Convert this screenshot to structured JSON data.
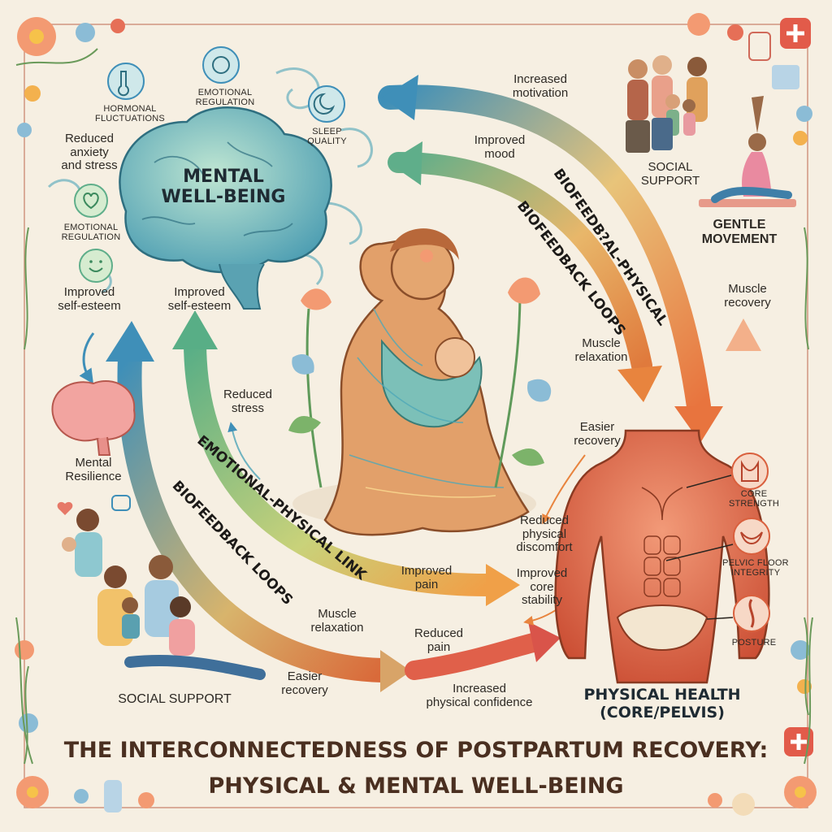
{
  "title": {
    "line1": "THE INTERCONNECTEDNESS OF POSTPARTUM RECOVERY:",
    "line2": "PHYSICAL & MENTAL WELL-BEING"
  },
  "hubs": {
    "mental": "MENTAL\nWELL-BEING",
    "physical": "PHYSICAL HEALTH\n(CORE/PELVIS)"
  },
  "mental_icons": {
    "hormonal": "HORMONAL\nFLUCTUATIONS",
    "emotional_top": "EMOTIONAL\nREGULATION",
    "sleep": "SLEEP\nQUALITY",
    "emotional_left": "EMOTIONAL\nREGULATION"
  },
  "mental_labels": {
    "anxiety": "Reduced\nanxiety\nand stress",
    "self_esteem_left": "Improved\nself-esteem",
    "self_esteem_right": "Improved\nself-esteem",
    "resilience": "Mental\nResilience"
  },
  "loop_labels": {
    "upper1": "BIOFEEDB?AL-PHYSICAL",
    "upper2": "BIOFEEDBACK LOOPS",
    "lower1": "EMOTIONAL-PHYSICAL LINK",
    "lower2": "BIOFEEDBACK LOOPS"
  },
  "arrow_labels": {
    "increased_motivation": "Increased\nmotivation",
    "improved_mood": "Improved\nmood",
    "muscle_relaxation_upper": "Muscle\nrelaxation",
    "easier_recovery_upper": "Easier\nrecovery",
    "muscle_recovery": "Muscle\nrecovery",
    "reduced_stress": "Reduced\nstress",
    "reduced_discomfort": "Reduced\nphysical\ndiscomfort",
    "improved_pain": "Improved\npain",
    "improved_core": "Improved\ncore\nstability",
    "muscle_relaxation_lower": "Muscle\nrelaxation",
    "reduced_pain": "Reduced\npain",
    "easier_recovery_lower": "Easier\nrecovery",
    "increased_confidence": "Increased\nphysical confidence"
  },
  "side_labels": {
    "social_support_top": "SOCIAL\nSUPPORT",
    "gentle_movement": "GENTLE\nMOVEMENT",
    "social_support_bottom": "SOCIAL SUPPORT"
  },
  "body_icons": {
    "core": "CORE\nSTRENGTH",
    "pelvic": "PELVIC FLOOR\nINTEGRITY",
    "posture": "POSTURE"
  },
  "colors": {
    "background": "#f6efe2",
    "brain": "#7cc0c8",
    "arrow_blue": "#3f8fb8",
    "arrow_green": "#5fae8a",
    "arrow_orange": "#e8843e",
    "arrow_red": "#d9544a",
    "muscle": "#d9603e"
  }
}
